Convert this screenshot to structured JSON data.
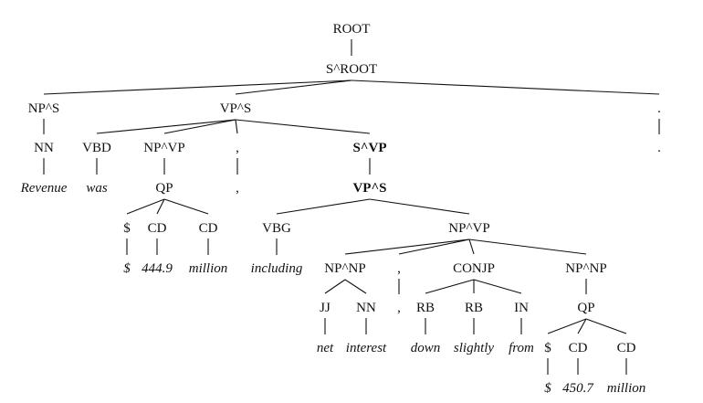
{
  "diagram": {
    "type": "constituency-parse-tree",
    "sentence": "Revenue was $ 444.9 million , including net interest , down slightly from $ 450.7 million .",
    "nodes": [
      {
        "id": "n0",
        "label": "ROOT",
        "kind": "phrase",
        "parent": null
      },
      {
        "id": "n1",
        "label": "S^ROOT",
        "kind": "phrase",
        "parent": "n0"
      },
      {
        "id": "n2",
        "label": "NP^S",
        "kind": "phrase",
        "parent": "n1"
      },
      {
        "id": "n3",
        "label": "VP^S",
        "kind": "phrase",
        "parent": "n1"
      },
      {
        "id": "n4",
        "label": ".",
        "kind": "tag",
        "parent": "n1"
      },
      {
        "id": "n5",
        "label": "NN",
        "kind": "tag",
        "parent": "n2"
      },
      {
        "id": "n6",
        "label": "VBD",
        "kind": "tag",
        "parent": "n3"
      },
      {
        "id": "n7",
        "label": "NP^VP",
        "kind": "phrase",
        "parent": "n3"
      },
      {
        "id": "n8",
        "label": ",",
        "kind": "tag",
        "parent": "n3"
      },
      {
        "id": "n9",
        "label": "S^VP",
        "kind": "phrase",
        "parent": "n3",
        "bold": true
      },
      {
        "id": "n10",
        "label": ".",
        "kind": "word",
        "parent": "n4",
        "plain": true
      },
      {
        "id": "n11",
        "label": "Revenue",
        "kind": "word",
        "parent": "n5"
      },
      {
        "id": "n12",
        "label": "was",
        "kind": "word",
        "parent": "n6"
      },
      {
        "id": "n13",
        "label": "QP",
        "kind": "phrase",
        "parent": "n7"
      },
      {
        "id": "n14",
        "label": ",",
        "kind": "word",
        "parent": "n8",
        "plain": true
      },
      {
        "id": "n15",
        "label": "VP^S",
        "kind": "phrase",
        "parent": "n9",
        "bold": true
      },
      {
        "id": "n16",
        "label": "$",
        "kind": "tag",
        "parent": "n13"
      },
      {
        "id": "n17",
        "label": "CD",
        "kind": "tag",
        "parent": "n13"
      },
      {
        "id": "n18",
        "label": "CD",
        "kind": "tag",
        "parent": "n13"
      },
      {
        "id": "n19",
        "label": "VBG",
        "kind": "tag",
        "parent": "n15"
      },
      {
        "id": "n20",
        "label": "NP^VP",
        "kind": "phrase",
        "parent": "n15"
      },
      {
        "id": "n21",
        "label": "$",
        "kind": "word",
        "parent": "n16"
      },
      {
        "id": "n22",
        "label": "444.9",
        "kind": "word",
        "parent": "n17"
      },
      {
        "id": "n23",
        "label": "million",
        "kind": "word",
        "parent": "n18"
      },
      {
        "id": "n24",
        "label": "including",
        "kind": "word",
        "parent": "n19"
      },
      {
        "id": "n25",
        "label": "NP^NP",
        "kind": "phrase",
        "parent": "n20"
      },
      {
        "id": "n26",
        "label": ",",
        "kind": "tag",
        "parent": "n20"
      },
      {
        "id": "n27",
        "label": "CONJP",
        "kind": "phrase",
        "parent": "n20"
      },
      {
        "id": "n28",
        "label": "NP^NP",
        "kind": "phrase",
        "parent": "n20"
      },
      {
        "id": "n29",
        "label": "JJ",
        "kind": "tag",
        "parent": "n25"
      },
      {
        "id": "n30",
        "label": "NN",
        "kind": "tag",
        "parent": "n25"
      },
      {
        "id": "n31",
        "label": ",",
        "kind": "word",
        "parent": "n26",
        "plain": true
      },
      {
        "id": "n32",
        "label": "RB",
        "kind": "tag",
        "parent": "n27"
      },
      {
        "id": "n33",
        "label": "RB",
        "kind": "tag",
        "parent": "n27"
      },
      {
        "id": "n34",
        "label": "IN",
        "kind": "tag",
        "parent": "n27"
      },
      {
        "id": "n35",
        "label": "QP",
        "kind": "phrase",
        "parent": "n28"
      },
      {
        "id": "n36",
        "label": "net",
        "kind": "word",
        "parent": "n29"
      },
      {
        "id": "n37",
        "label": "interest",
        "kind": "word",
        "parent": "n30"
      },
      {
        "id": "n38",
        "label": "down",
        "kind": "word",
        "parent": "n32"
      },
      {
        "id": "n39",
        "label": "slightly",
        "kind": "word",
        "parent": "n33"
      },
      {
        "id": "n40",
        "label": "from",
        "kind": "word",
        "parent": "n34"
      },
      {
        "id": "n41",
        "label": "$",
        "kind": "tag",
        "parent": "n35"
      },
      {
        "id": "n42",
        "label": "CD",
        "kind": "tag",
        "parent": "n35"
      },
      {
        "id": "n43",
        "label": "CD",
        "kind": "tag",
        "parent": "n35"
      },
      {
        "id": "n44",
        "label": "$",
        "kind": "word",
        "parent": "n41"
      },
      {
        "id": "n45",
        "label": "450.7",
        "kind": "word",
        "parent": "n42"
      },
      {
        "id": "n46",
        "label": "million",
        "kind": "word",
        "parent": "n43"
      }
    ]
  }
}
